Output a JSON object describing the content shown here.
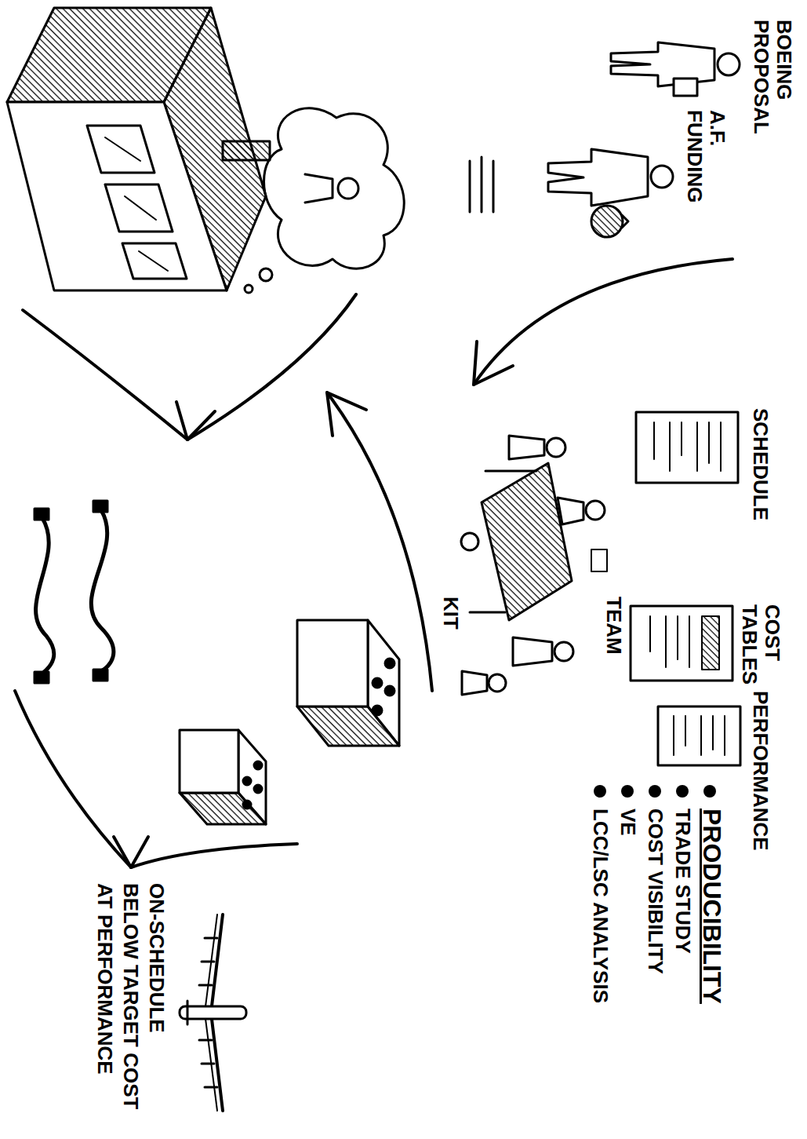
{
  "diagram": {
    "labels": [
      "BOEING PROPOSAL",
      "A.F. FUNDING",
      "SCHEDULE",
      "COST TABLES",
      "PERFORMANCE",
      "TEAM",
      "KIT",
      "PRODUCIBILITY",
      "TRADE STUDY",
      "COST VISIBILITY",
      "VE",
      "LCC/LSC ANALYSIS",
      "ON-SCHEDULE",
      "BELOW TARGET COST",
      "AT PERFORMANCE"
    ]
  }
}
